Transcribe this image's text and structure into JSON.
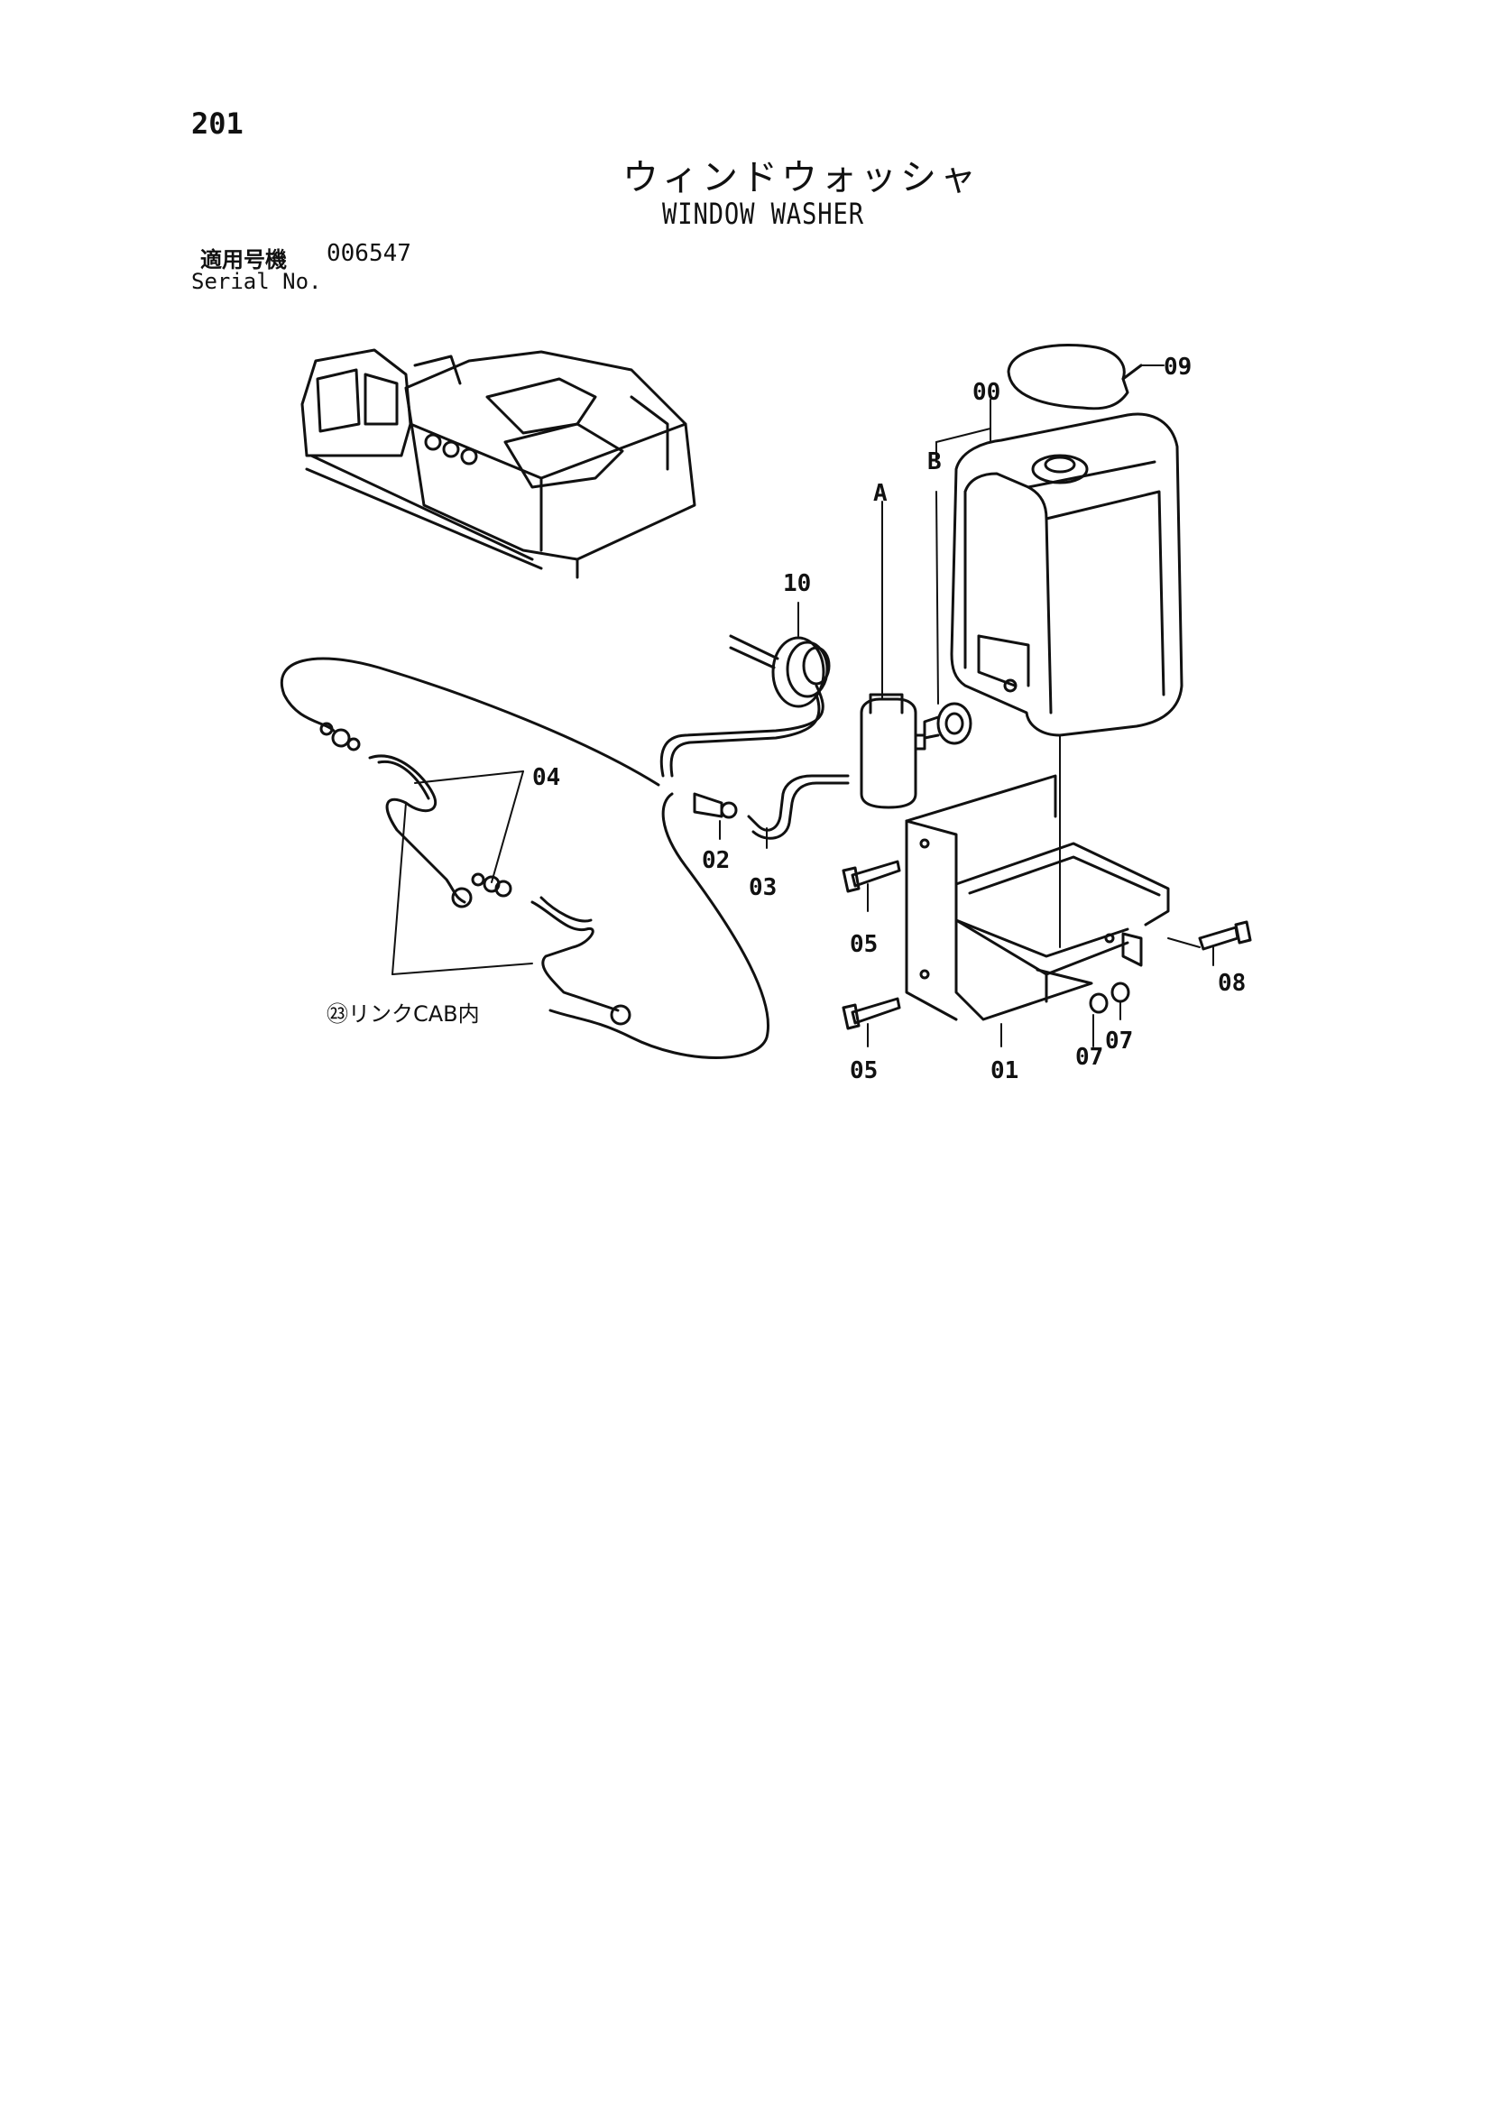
{
  "header": {
    "page_number": "201",
    "title_jp": "ウィンドウォッシャ",
    "title_en": "WINDOW WASHER",
    "serial_label_jp": "適用号機",
    "serial_number": "006547",
    "serial_label_en": "Serial No."
  },
  "callouts": {
    "p00": "00",
    "p01": "01",
    "p02": "02",
    "p03": "03",
    "p04": "04",
    "p05a": "05",
    "p05b": "05",
    "p07a": "07",
    "p07b": "07",
    "p08": "08",
    "p09": "09",
    "p10": "10",
    "subA": "A",
    "subB": "B"
  },
  "notes": {
    "link_cab": "㉓リンクCAB内"
  }
}
